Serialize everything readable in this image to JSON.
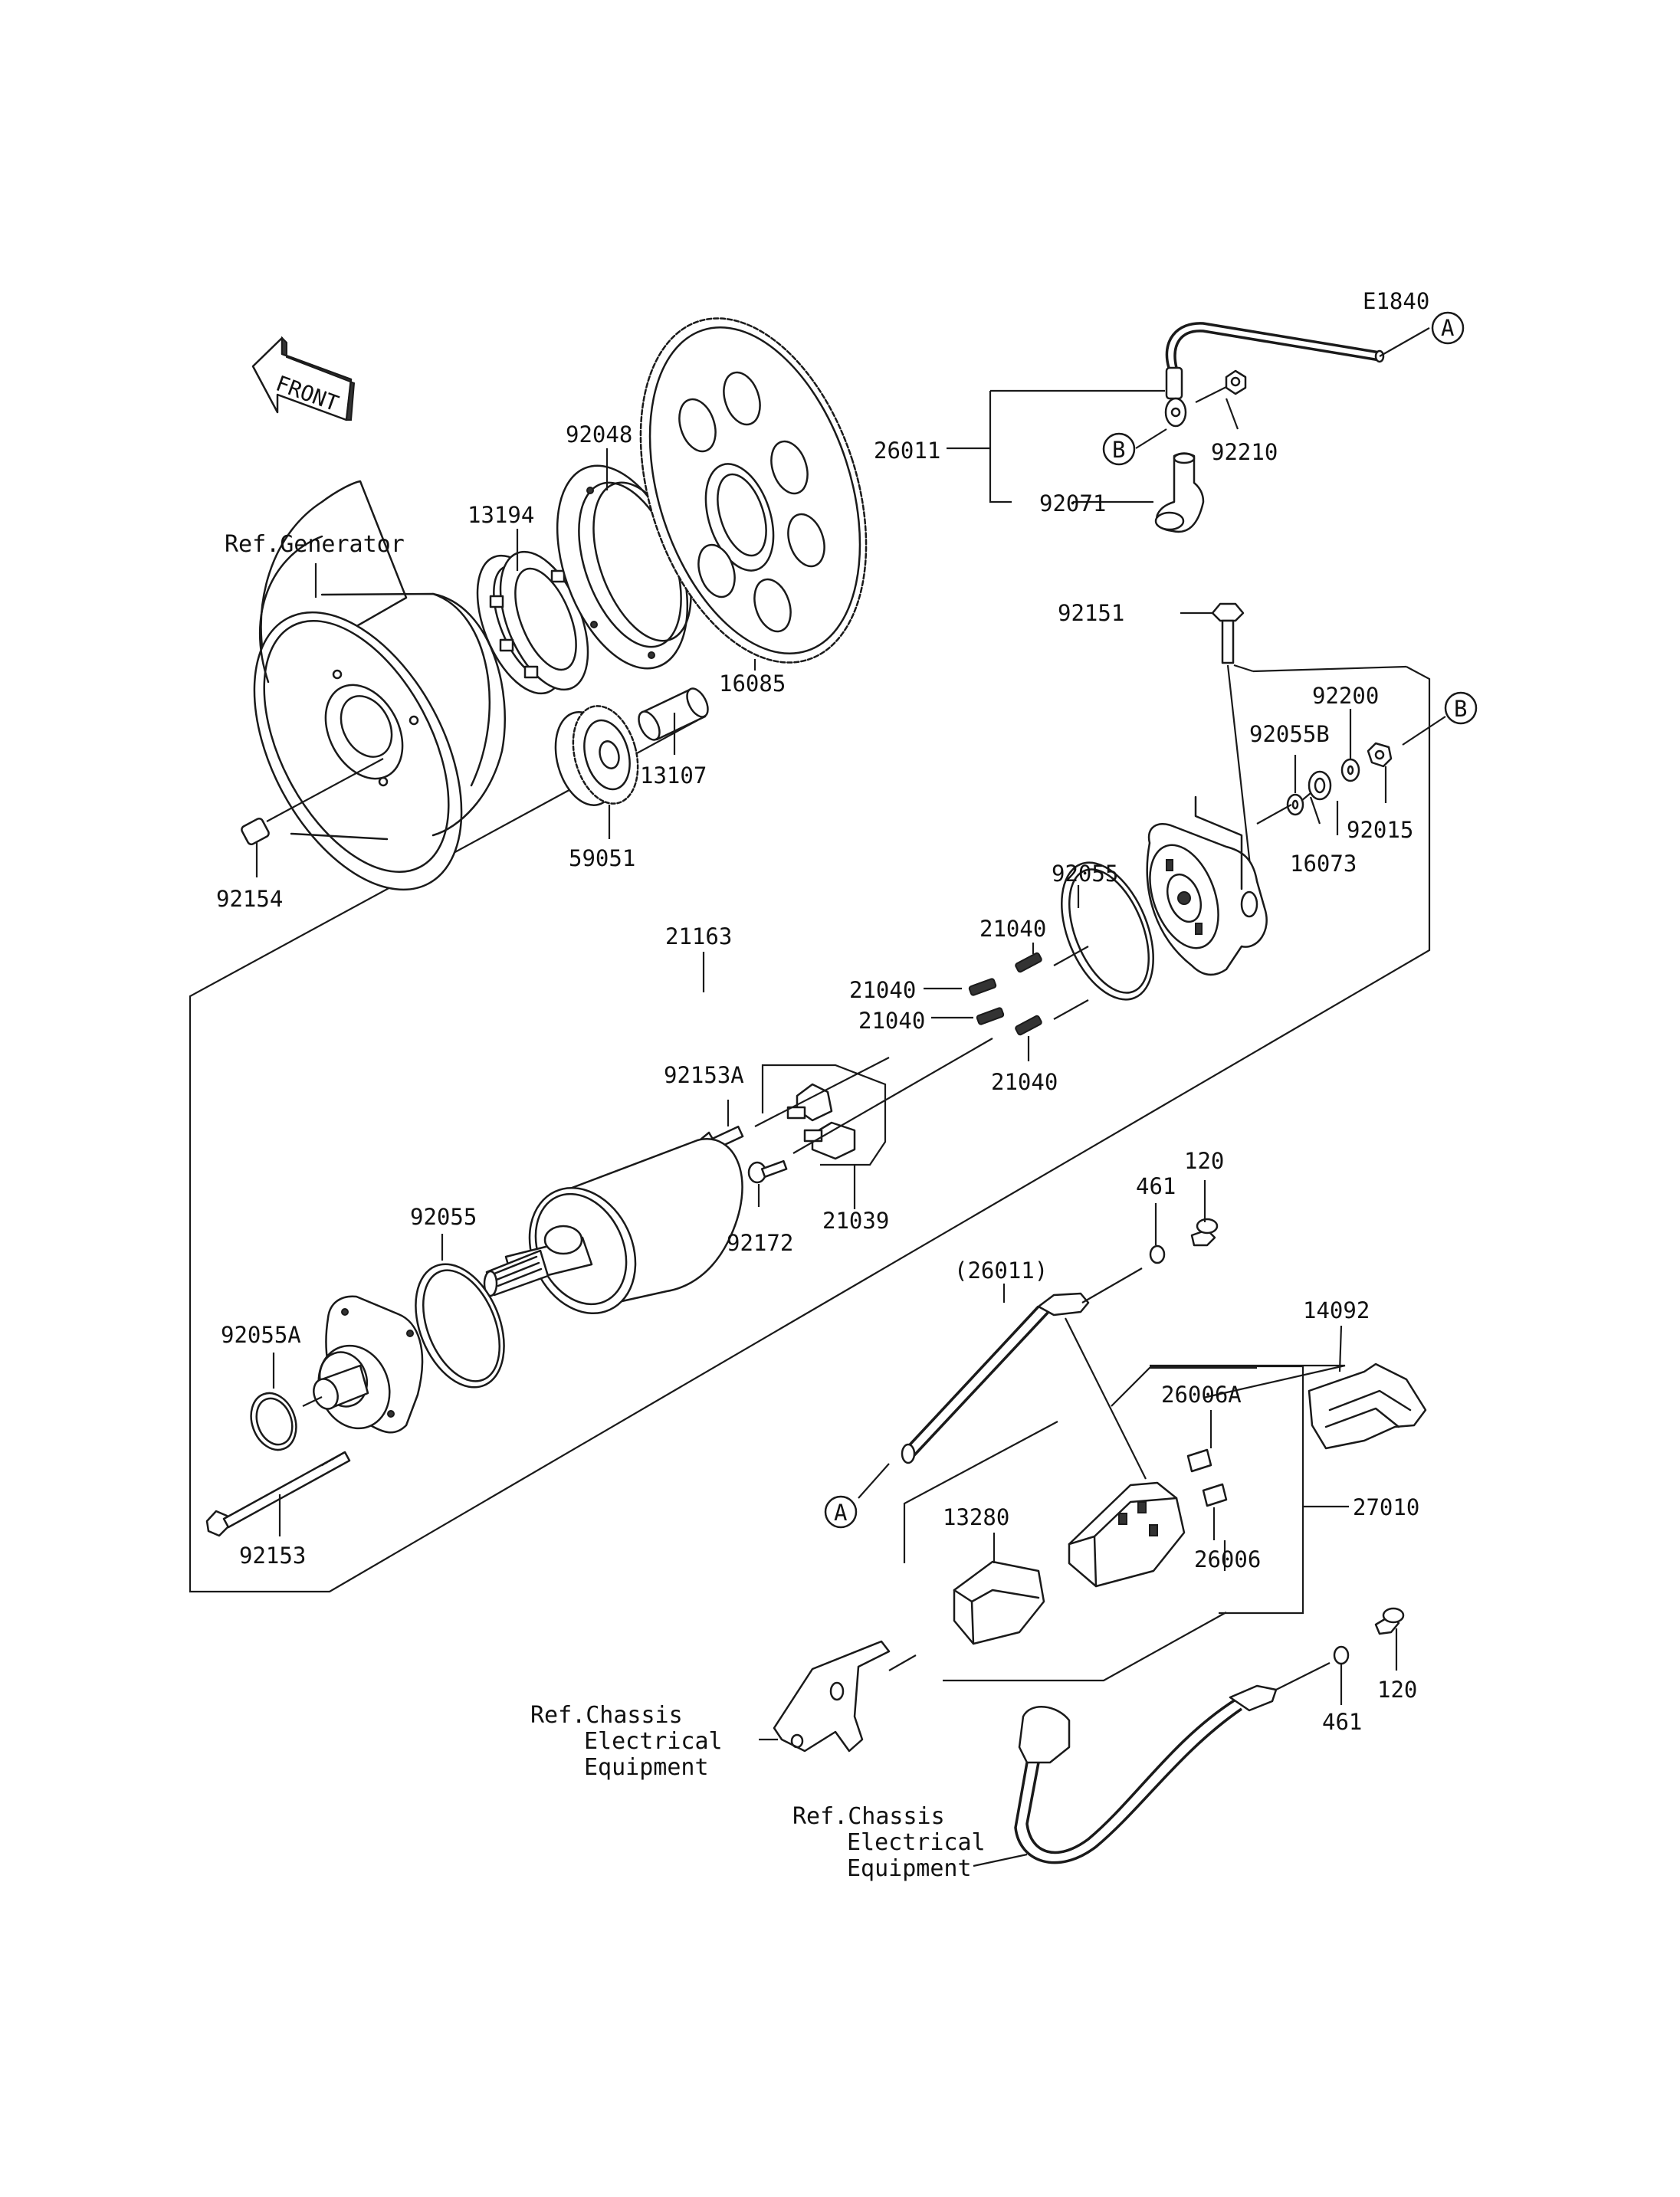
{
  "diagram_code": "E1840",
  "front_label": "FRONT",
  "markers": {
    "a": "A",
    "b": "B"
  },
  "parts": {
    "p26011": "26011",
    "p92210": "92210",
    "p92071": "92071",
    "p92048": "92048",
    "p13194": "13194",
    "p16085": "16085",
    "p13107": "13107",
    "p59051": "59051",
    "p92154": "92154",
    "p92151": "92151",
    "p92200": "92200",
    "p92055B": "92055B",
    "p92015": "92015",
    "p16073": "16073",
    "p92055_top": "92055",
    "p21163": "21163",
    "p21040_a": "21040",
    "p21040_b": "21040",
    "p21040_c": "21040",
    "p21040_d": "21040",
    "p92153A": "92153A",
    "p92172": "92172",
    "p21039": "21039",
    "p92055_mid": "92055",
    "p92055A": "92055A",
    "p92153": "92153",
    "p120_top": "120",
    "p461_top": "461",
    "p26011_paren": "(26011)",
    "p14092": "14092",
    "p26006A": "26006A",
    "p26006": "26006",
    "p27010": "27010",
    "p13280": "13280",
    "p461_bot": "461",
    "p120_bot": "120"
  },
  "references": {
    "generator": "Ref.Generator",
    "chassis1_line1": "Ref.Chassis",
    "chassis1_line2": "Electrical",
    "chassis1_line3": "Equipment",
    "chassis2_line1": "Ref.Chassis",
    "chassis2_line2": "Electrical",
    "chassis2_line3": "Equipment"
  }
}
